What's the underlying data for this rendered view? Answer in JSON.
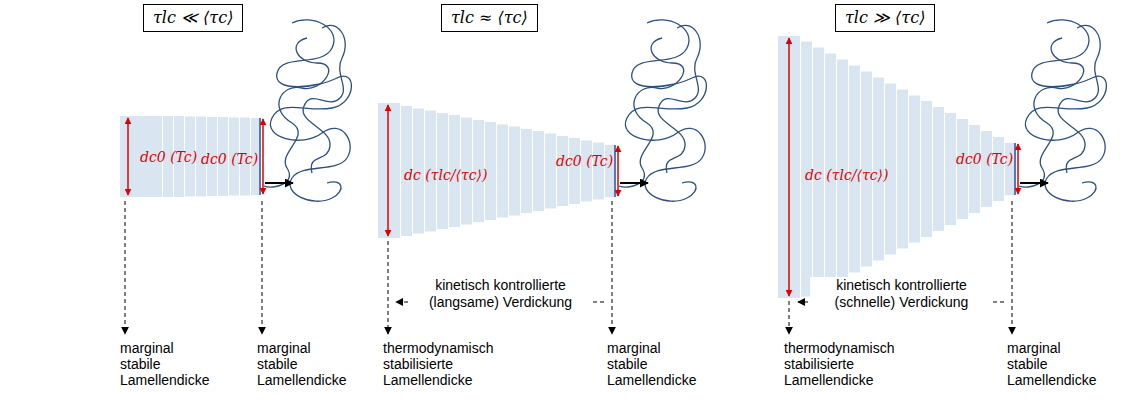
{
  "diagram": {
    "nodes": [
      {
        "text": [
          "τlc ≪ ⟨τc⟩"
        ]
      },
      {
        "text": [
          "τlc ≈ ⟨τc⟩"
        ]
      },
      {
        "text": [
          "τlc ≫ ⟨τc⟩"
        ]
      }
    ],
    "labels": [
      "dc0 (Tc)",
      "dc0 (Tc)",
      "marginal stabile Lamellendicke",
      "marginal stabile Lamellendicke",
      "dc (τlc/⟨τc⟩)",
      "dc0 (Tc)",
      "kinetisch kontrollierte (langsame) Verdickung",
      "thermodynamisch stabilisierte Lamellendicke",
      "marginal stabile Lamellendicke",
      "dc (τlc/⟨τc⟩)",
      "dc0 (Tc)",
      "kinetisch kontrollierte (schnelle) Verdickung",
      "thermodynamisch stabilisierte Lamellendicke",
      "marginal stabile Lamellendicke"
    ]
  }
}
